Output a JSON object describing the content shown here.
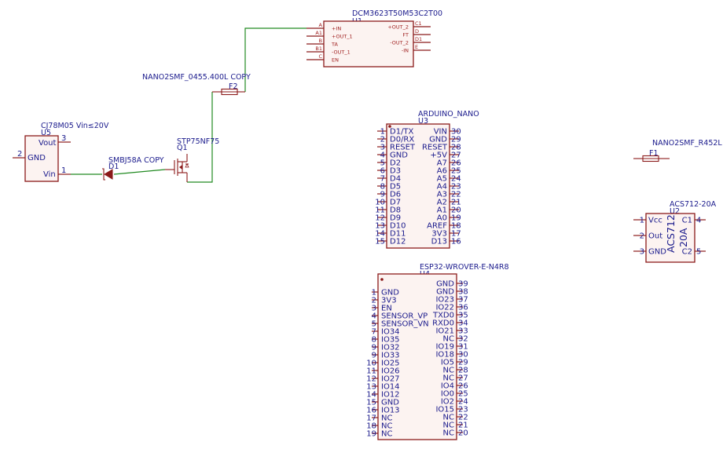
{
  "u1": {
    "value": "DCM3623T50M53C2T00",
    "ref": "U1",
    "left_pins": [
      {
        "num": "A",
        "name": "+IN"
      },
      {
        "num": "A1",
        "name": "+OUT_1"
      },
      {
        "num": "B",
        "name": "TA"
      },
      {
        "num": "B1",
        "name": "-OUT_1"
      },
      {
        "num": "C",
        "name": "EN"
      }
    ],
    "right_pins": [
      {
        "num": "C1",
        "name": "+OUT_2"
      },
      {
        "num": "D",
        "name": "FT"
      },
      {
        "num": "D1",
        "name": "-OUT_2"
      },
      {
        "num": "E",
        "name": "-IN"
      }
    ]
  },
  "f2": {
    "value": "NANO2SMF_0455.400L COPY",
    "ref": "F2"
  },
  "f1": {
    "value": "NANO2SMF_R452L",
    "ref": "F1"
  },
  "u5": {
    "value": "CJ78M05 Vin≤20V",
    "ref": "U5",
    "pins": [
      {
        "num": "3",
        "name": "Vout"
      },
      {
        "num": "2",
        "name": "GND"
      },
      {
        "num": "1",
        "name": "Vin"
      }
    ]
  },
  "d1": {
    "value": "SMBJ58A COPY",
    "ref": "D1"
  },
  "q1": {
    "value": "STP75NF75",
    "ref": "Q1"
  },
  "u3": {
    "value": "ARDUINO_NANO",
    "ref": "U3",
    "left_pins": [
      {
        "num": "1",
        "name": "D1/TX"
      },
      {
        "num": "2",
        "name": "D0/RX"
      },
      {
        "num": "3",
        "name": "RESET"
      },
      {
        "num": "4",
        "name": "GND"
      },
      {
        "num": "5",
        "name": "D2"
      },
      {
        "num": "6",
        "name": "D3"
      },
      {
        "num": "7",
        "name": "D4"
      },
      {
        "num": "8",
        "name": "D5"
      },
      {
        "num": "9",
        "name": "D6"
      },
      {
        "num": "10",
        "name": "D7"
      },
      {
        "num": "11",
        "name": "D8"
      },
      {
        "num": "12",
        "name": "D9"
      },
      {
        "num": "13",
        "name": "D10"
      },
      {
        "num": "14",
        "name": "D11"
      },
      {
        "num": "15",
        "name": "D12"
      }
    ],
    "right_pins": [
      {
        "num": "30",
        "name": "VIN"
      },
      {
        "num": "29",
        "name": "GND"
      },
      {
        "num": "28",
        "name": "RESET"
      },
      {
        "num": "27",
        "name": "+5V"
      },
      {
        "num": "26",
        "name": "A7"
      },
      {
        "num": "25",
        "name": "A6"
      },
      {
        "num": "24",
        "name": "A5"
      },
      {
        "num": "23",
        "name": "A4"
      },
      {
        "num": "22",
        "name": "A3"
      },
      {
        "num": "21",
        "name": "A2"
      },
      {
        "num": "20",
        "name": "A1"
      },
      {
        "num": "19",
        "name": "A0"
      },
      {
        "num": "18",
        "name": "AREF"
      },
      {
        "num": "17",
        "name": "3V3"
      },
      {
        "num": "16",
        "name": "D13"
      }
    ]
  },
  "u2": {
    "value": "ACS712-20A",
    "ref": "U2",
    "body_line1": "ACS712",
    "body_line2": "20A",
    "left_pins": [
      {
        "num": "1",
        "name": "Vcc"
      },
      {
        "num": "2",
        "name": "Out"
      },
      {
        "num": "3",
        "name": "GND"
      }
    ],
    "right_pins": [
      {
        "num": "4",
        "name": "C1"
      },
      {
        "num": "5",
        "name": "C2"
      }
    ]
  },
  "u4": {
    "value": "ESP32-WROVER-E-N4R8",
    "ref": "U4",
    "left_pins": [
      {
        "num": "1",
        "name": "GND"
      },
      {
        "num": "2",
        "name": "3V3"
      },
      {
        "num": "3",
        "name": "EN"
      },
      {
        "num": "4",
        "name": "SENSOR_VP"
      },
      {
        "num": "5",
        "name": "SENSOR_VN"
      },
      {
        "num": "7",
        "name": "IO34"
      },
      {
        "num": "8",
        "name": "IO35"
      },
      {
        "num": "9",
        "name": "IO32"
      },
      {
        "num": "9",
        "name": "IO33"
      },
      {
        "num": "10",
        "name": "IO25"
      },
      {
        "num": "11",
        "name": "IO26"
      },
      {
        "num": "12",
        "name": "IO27"
      },
      {
        "num": "13",
        "name": "IO14"
      },
      {
        "num": "14",
        "name": "IO12"
      },
      {
        "num": "15",
        "name": "GND"
      },
      {
        "num": "16",
        "name": "IO13"
      },
      {
        "num": "17",
        "name": "NC"
      },
      {
        "num": "18",
        "name": "NC"
      },
      {
        "num": "19",
        "name": "NC"
      }
    ],
    "right_pins": [
      {
        "num": "39",
        "name": "GND"
      },
      {
        "num": "38",
        "name": "GND"
      },
      {
        "num": "37",
        "name": "IO23"
      },
      {
        "num": "36",
        "name": "IO22"
      },
      {
        "num": "35",
        "name": "TXD0"
      },
      {
        "num": "34",
        "name": "RXD0"
      },
      {
        "num": "33",
        "name": "IO21"
      },
      {
        "num": "32",
        "name": "NC"
      },
      {
        "num": "31",
        "name": "IO19"
      },
      {
        "num": "30",
        "name": "IO18"
      },
      {
        "num": "29",
        "name": "IO5"
      },
      {
        "num": "28",
        "name": "NC"
      },
      {
        "num": "27",
        "name": "NC"
      },
      {
        "num": "26",
        "name": "IO4"
      },
      {
        "num": "25",
        "name": "IO0"
      },
      {
        "num": "24",
        "name": "IO2"
      },
      {
        "num": "23",
        "name": "IO15"
      },
      {
        "num": "22",
        "name": "NC"
      },
      {
        "num": "21",
        "name": "NC"
      },
      {
        "num": "20",
        "name": "NC"
      }
    ]
  },
  "colors": {
    "wire": "#218a21",
    "body_stroke": "#8b1a1a",
    "body_fill": "#fcf3f1",
    "text": "#1a1a8c",
    "highlight_pin": "#d42020"
  }
}
